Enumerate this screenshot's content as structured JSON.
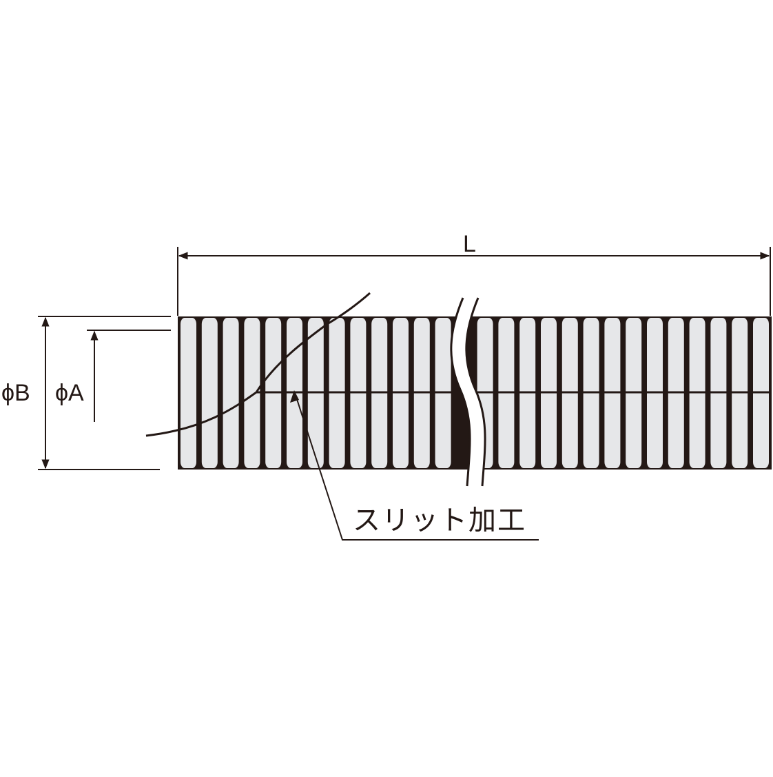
{
  "labels": {
    "length": "L",
    "outer_diameter": "ϕB",
    "inner_diameter": "ϕA",
    "slit_callout": "スリット加工"
  },
  "colors": {
    "stroke": "#231815",
    "tube_fill": "#e6e7e9",
    "background": "#ffffff"
  },
  "tube": {
    "corrugations_left_of_break": 13,
    "corrugations_right_of_break": 14,
    "has_longitudinal_slit": true,
    "has_break_symbol": true
  }
}
